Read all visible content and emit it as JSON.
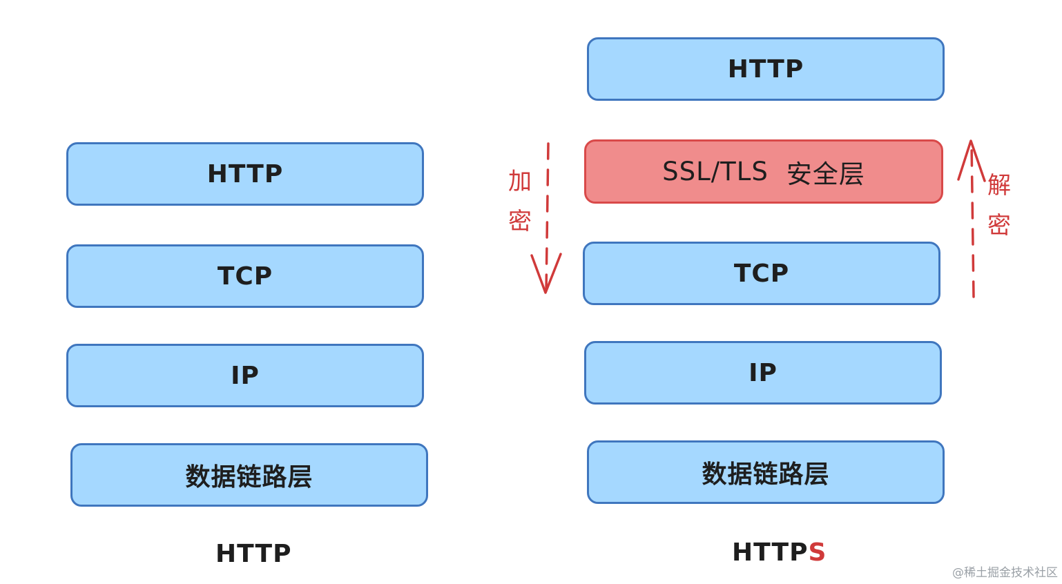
{
  "http_stack": {
    "layers": [
      "HTTP",
      "TCP",
      "IP",
      "数据链路层"
    ],
    "caption": "HTTP"
  },
  "https_stack": {
    "layers": {
      "http": "HTTP",
      "ssl_main": "SSL/TLS",
      "ssl_suffix": "安全层",
      "tcp": "TCP",
      "ip": "IP",
      "link": "数据链路层"
    },
    "caption_main": "HTTP",
    "caption_accent": "S"
  },
  "encrypt_label": [
    "加",
    "密"
  ],
  "decrypt_label": [
    "解",
    "密"
  ],
  "watermark": "@稀土掘金技术社区",
  "colors": {
    "layer_fill": "#a5d8ff",
    "layer_stroke": "#3f76be",
    "security_fill": "#f08c8c",
    "security_stroke": "#d94949",
    "accent_text": "#d03a3a"
  }
}
